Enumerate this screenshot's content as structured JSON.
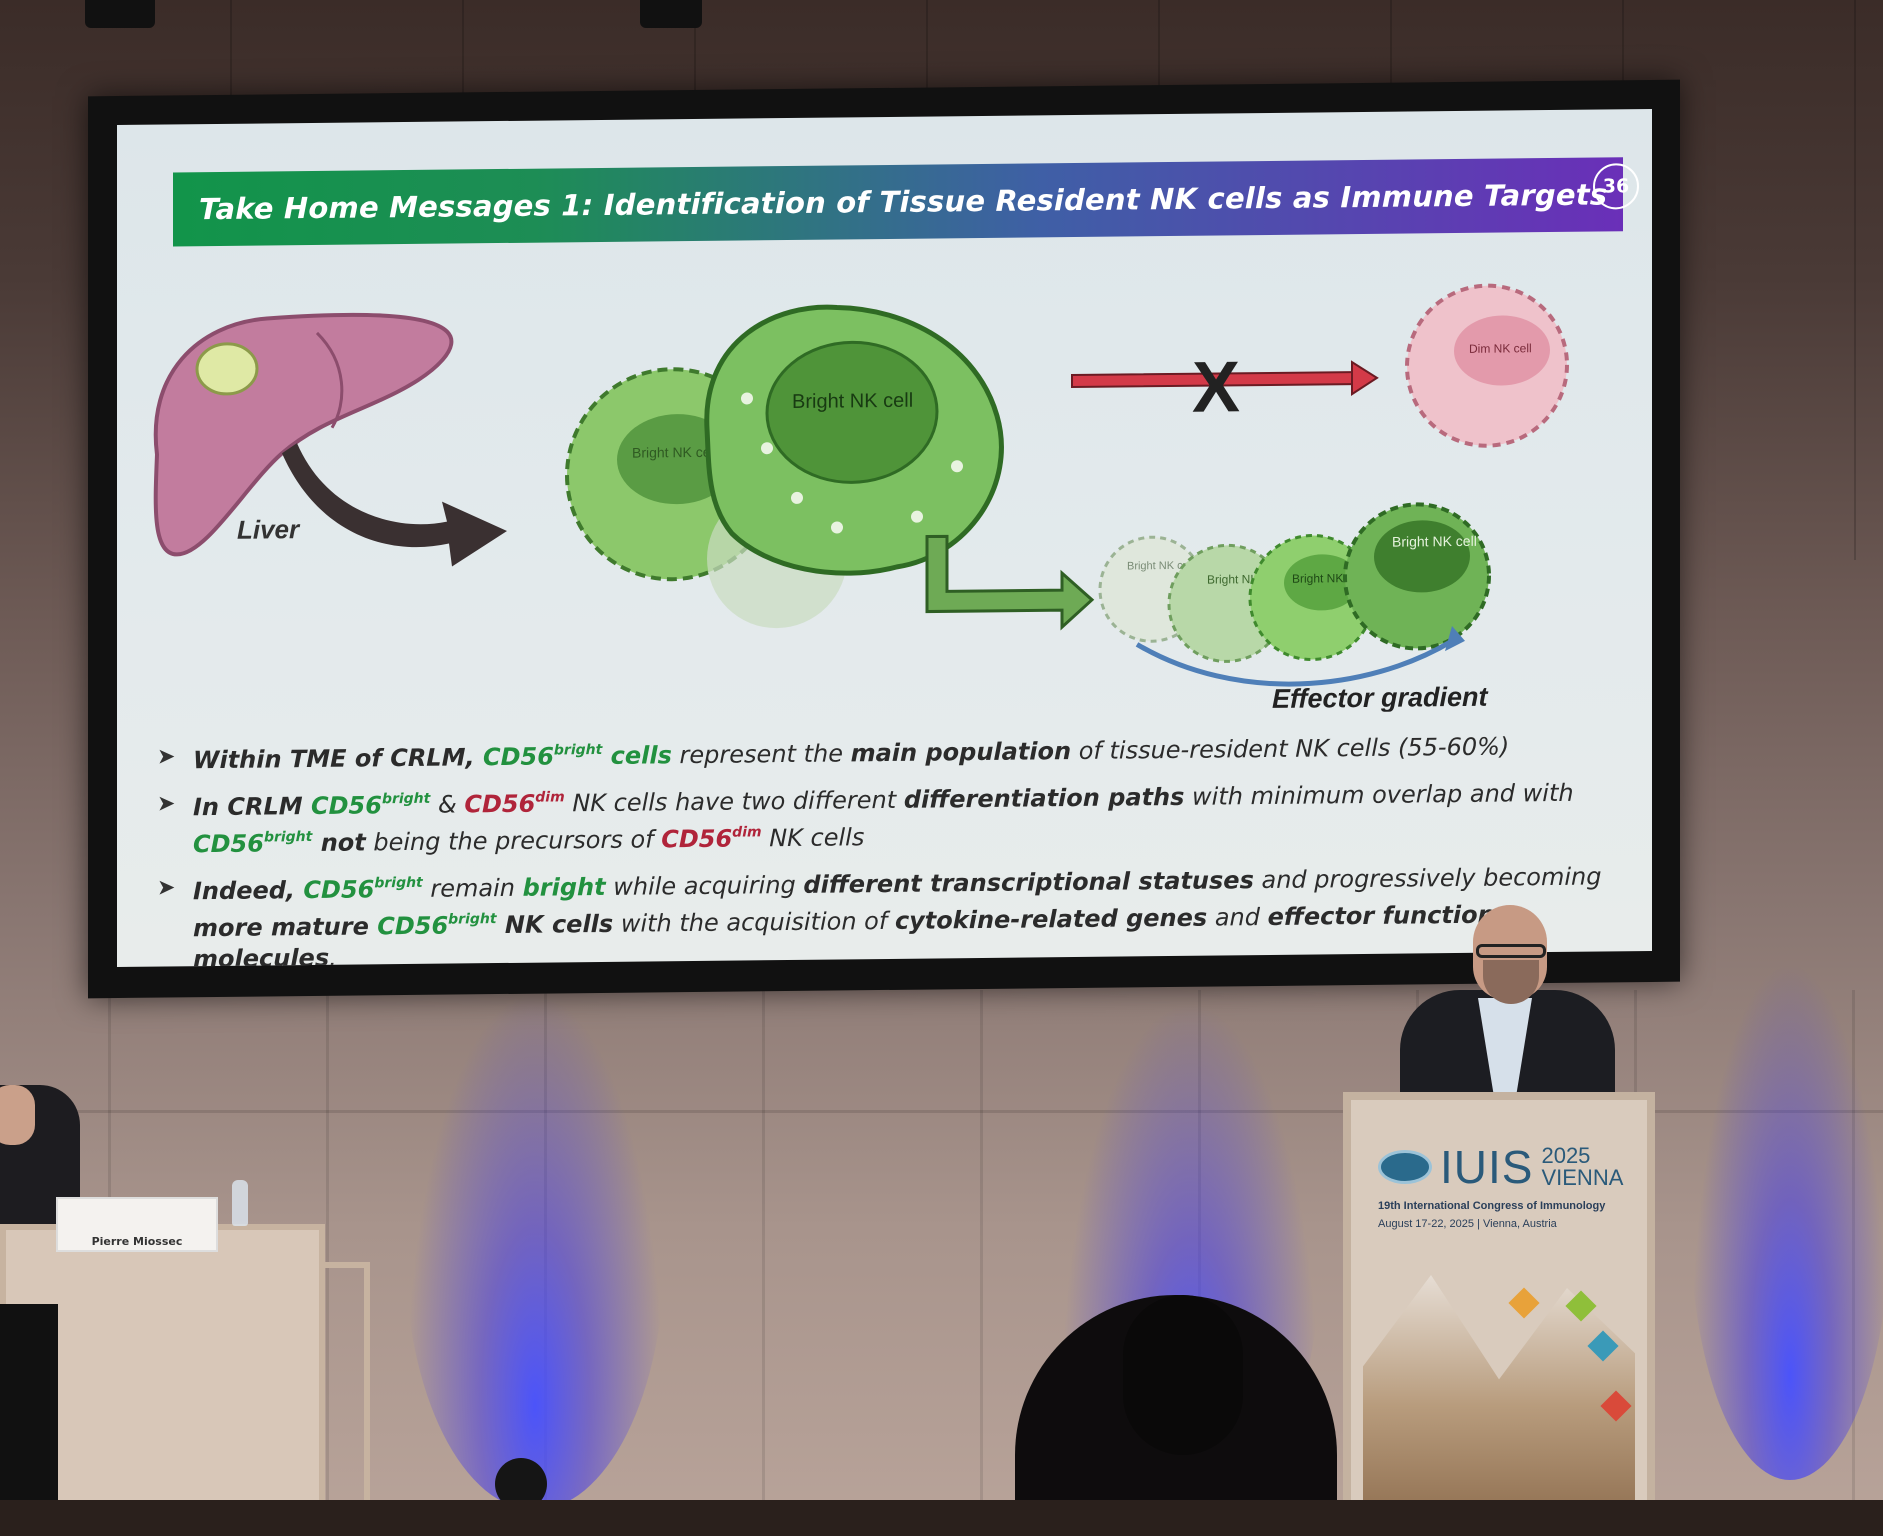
{
  "slide": {
    "title": "Take Home Messages 1: Identification of Tissue Resident NK cells as Immune Targets",
    "page_number": "36",
    "liver_label": "Liver",
    "cell_labels": {
      "bright_large": "Bright NK cell",
      "bright_back": "Bright NK cell",
      "dim": "Dim NK cell",
      "gradient_1": "Bright NK cell",
      "gradient_2": "Bright NK cell",
      "gradient_3": "Bright NK cell",
      "gradient_4": "Bright NK cell"
    },
    "blocked_arrow_mark": "X",
    "effector_gradient_label": "Effector gradient",
    "bullet_marker": "➤",
    "bullets": {
      "b1": {
        "p1": "Within TME of CRLM, ",
        "cd56": "CD56",
        "bright": "bright",
        "cells": " cells",
        "p2": " represent the ",
        "main_population": "main population",
        "p3": " of tissue-resident NK cells (55-60%)"
      },
      "b2": {
        "p1": "In CRLM ",
        "cd56a": "CD56",
        "brighta": "bright",
        "amp": " & ",
        "cd56b": "CD56",
        "dimb": "dim",
        "p2": " NK cells have two different ",
        "diff_paths": "differentiation paths",
        "p3": " with minimum overlap and with ",
        "cd56c": "CD56",
        "brightc": "bright",
        "not": " not",
        "p4": " being the precursors of ",
        "cd56d": "CD56",
        "dimd": "dim",
        "p5": " NK cells"
      },
      "b3": {
        "indeed": "Indeed, ",
        "cd56a": "CD56",
        "brighta": "bright",
        "p1": " remain ",
        "bright_word": "bright",
        "p2": " while acquiring ",
        "diff_trans": "different transcriptional statuses",
        "p3": " and progressively becoming ",
        "more_mature": "more mature ",
        "cd56b": "CD56",
        "brightb": "bright",
        "nk_cells": " NK cells",
        "p4": " with the acquisition of ",
        "cytokine": "cytokine-related genes",
        "p5": " and ",
        "effector": "effector function molecules",
        "p6": "."
      }
    }
  },
  "podium": {
    "brand": "IUIS",
    "year": "2025",
    "city": "VIENNA",
    "congress": "19th International Congress of Immunology",
    "dates": "August 17-22, 2025 | Vienna, Austria"
  },
  "name_card": "Pierre Miossec",
  "colors": {
    "green": "#22913f",
    "red": "#b0243a",
    "title_gradient_start": "#12944a",
    "title_gradient_end": "#6a2fb8",
    "cell_green": "#7cc061",
    "cell_pink": "#e9a7b4",
    "uplight": "#4a50ff"
  }
}
